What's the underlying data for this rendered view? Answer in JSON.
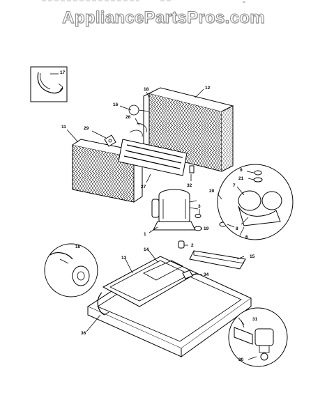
{
  "watermark": "AppliancePartsPros.com",
  "callouts": {
    "c1": "1",
    "c2": "2",
    "c3": "3",
    "c6": "6",
    "c7": "7",
    "c8": "8",
    "c9": "9",
    "c10": "10",
    "c11": "11",
    "c12": "12",
    "c13": "13",
    "c14": "14",
    "c15": "15",
    "c16": "16",
    "c17": "17",
    "c18": "18",
    "c19": "19",
    "c20": "20",
    "c21": "21",
    "c26": "26",
    "c27": "27",
    "c29": "29",
    "c30": "30",
    "c31": "31",
    "c32": "32",
    "c34": "34",
    "c36": "36"
  }
}
